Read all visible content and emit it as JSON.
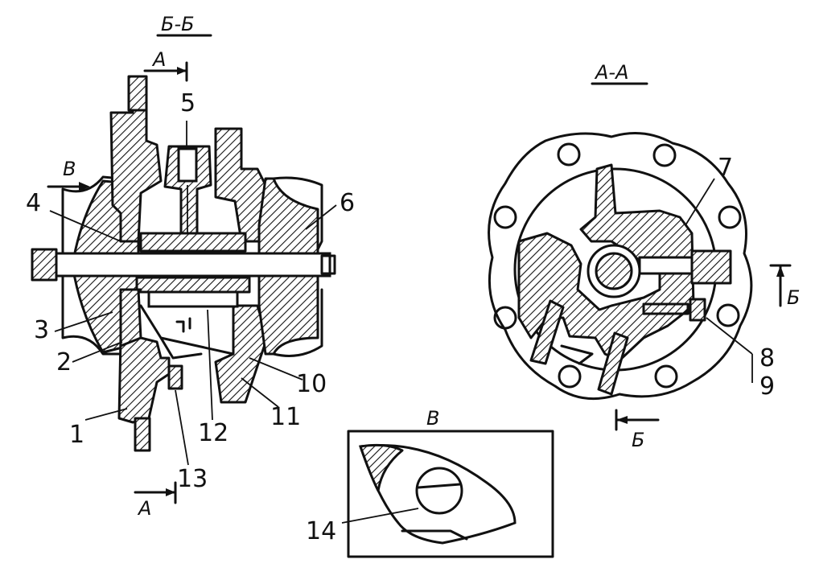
{
  "sections": {
    "left_title": "Б-Б",
    "right_title": "А-А",
    "detail_title": "В",
    "cut_a_top": "А",
    "cut_a_bottom": "А",
    "cut_b_right": "Б",
    "cut_b_bottom": "Б",
    "view_arrow": "В"
  },
  "callouts": {
    "n1": "1",
    "n2": "2",
    "n3": "3",
    "n4": "4",
    "n5": "5",
    "n6": "6",
    "n7": "7",
    "n8": "8",
    "n9": "9",
    "n10": "10",
    "n11": "11",
    "n12": "12",
    "n13": "13",
    "n14": "14"
  },
  "colors": {
    "ink": "#111111",
    "paper": "#ffffff"
  }
}
